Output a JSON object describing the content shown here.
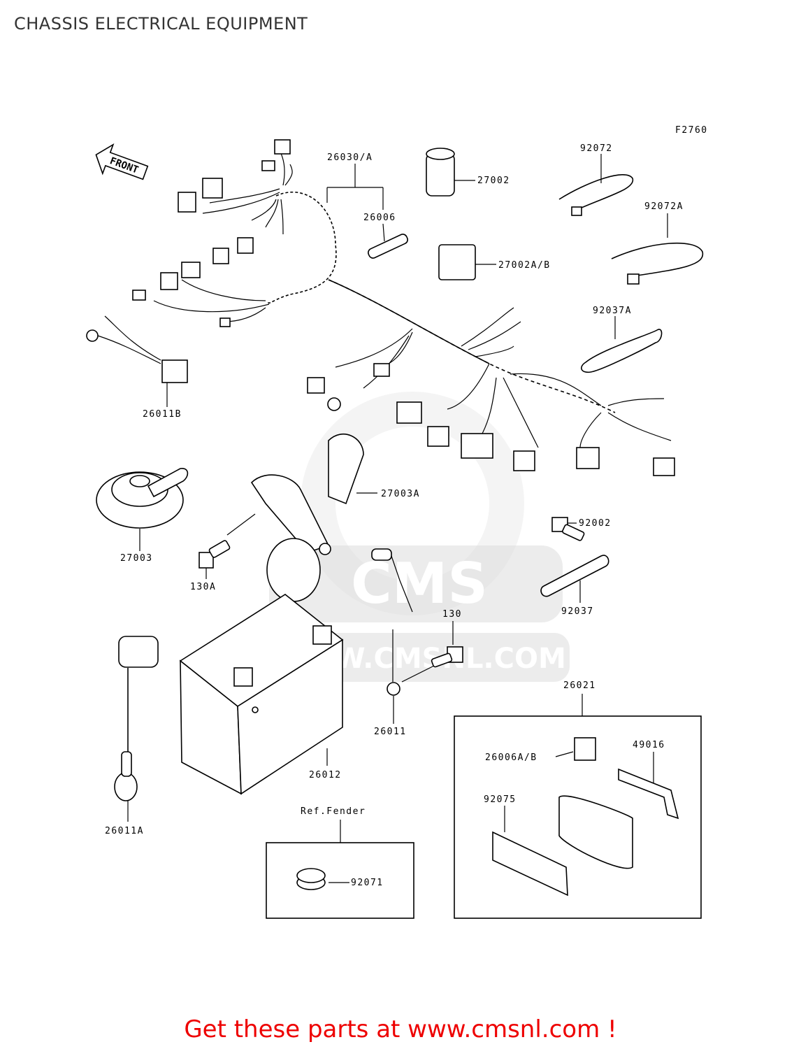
{
  "page_title": "CHASSIS ELECTRICAL EQUIPMENT",
  "figure_code": "F2760",
  "front_label": "FRONT",
  "watermark": {
    "brand": "CMS",
    "url": "WWW.CMSNL.COM"
  },
  "call_to_action": "Get these parts at www.cmsnl.com !",
  "parts": {
    "p26030": "26030/A",
    "p26006": "26006",
    "p27002": "27002",
    "p27002ab": "27002A/B",
    "p92072": "92072",
    "p92072a": "92072A",
    "p92037a": "92037A",
    "p26011b": "26011B",
    "p27003": "27003",
    "p27003a": "27003A",
    "p130a": "130A",
    "p92002": "92002",
    "p92037": "92037",
    "p130": "130",
    "p26011": "26011",
    "p26012": "26012",
    "p26011a": "26011A",
    "p26021": "26021",
    "p26006ab": "26006A/B",
    "p49016": "49016",
    "p92075": "92075",
    "ref_fender": "Ref.Fender",
    "p92071": "92071"
  }
}
